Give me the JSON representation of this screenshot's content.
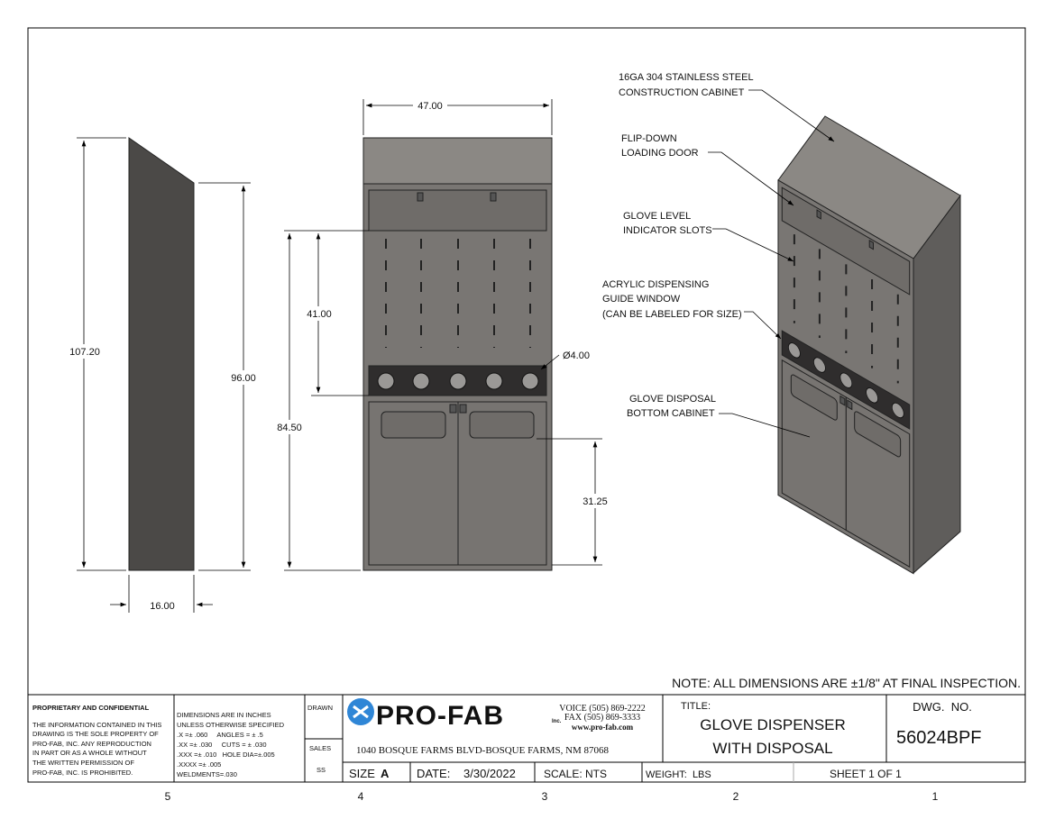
{
  "colors": {
    "cabinet_light": "#8b8884",
    "cabinet_body": "#797673",
    "cabinet_side": "#4b4947",
    "band": "#2f2d2d",
    "accent_blue": "#2f86d6"
  },
  "side_view": {
    "height_overall": "107.20",
    "height_body": "96.00",
    "depth": "16.00"
  },
  "front_view": {
    "width": "47.00",
    "upper_height": "41.00",
    "floor_to_band": "84.50",
    "lower_height": "31.25",
    "hole_dia": "Ø4.00",
    "hole_count": 5,
    "slot_columns": 5
  },
  "callouts": [
    {
      "lines": [
        "16GA 304 STAINLESS STEEL",
        "CONSTRUCTION CABINET"
      ]
    },
    {
      "lines": [
        "FLIP-DOWN",
        "LOADING DOOR"
      ]
    },
    {
      "lines": [
        "GLOVE LEVEL",
        "INDICATOR SLOTS"
      ]
    },
    {
      "lines": [
        "ACRYLIC DISPENSING",
        "GUIDE WINDOW",
        "(CAN BE LABELED FOR SIZE)"
      ]
    },
    {
      "lines": [
        "GLOVE DISPOSAL",
        "BOTTOM CABINET"
      ]
    }
  ],
  "note": "NOTE: ALL DIMENSIONS ARE ±1/8\" AT FINAL INSPECTION.",
  "title_block": {
    "proprietary": {
      "heading": "PROPRIETARY AND CONFIDENTIAL",
      "lines": [
        "THE INFORMATION CONTAINED IN THIS",
        "DRAWING IS THE SOLE PROPERTY OF",
        "PRO-FAB, INC.  ANY REPRODUCTION",
        "IN PART OR AS A WHOLE WITHOUT",
        "THE WRITTEN PERMISSION OF",
        "PRO-FAB, INC. IS PROHIBITED."
      ]
    },
    "tolerances": {
      "lines": [
        "DIMENSIONS ARE IN INCHES",
        "UNLESS OTHERWISE SPECIFIED"
      ],
      "rows": [
        ".X =± .060     ANGLES = ± .5",
        ".XX =± .030     CUTS = ± .030",
        ".XXX =± .010   HOLE DIA=±.005",
        ".XXXX =± .005",
        "WELDMENTS=.030"
      ]
    },
    "drawn_label": "DRAWN",
    "sales_label": "SALES",
    "sales_value": "SS",
    "company": {
      "logo": "PRO-FAB",
      "inc": "Inc.",
      "voice": "VOICE (505) 869-2222",
      "fax": "FAX (505) 869-3333",
      "web": "www.pro-fab.com",
      "address": "1040 BOSQUE FARMS BLVD-BOSQUE FARMS, NM 87068"
    },
    "title_label": "TITLE:",
    "title_lines": [
      "GLOVE DISPENSER",
      "WITH DISPOSAL"
    ],
    "dwg_label": "DWG.  NO.",
    "dwg_no": "56024BPF",
    "size_label": "SIZE",
    "size": "A",
    "date_label": "DATE:",
    "date": "3/30/2022",
    "scale": "SCALE: NTS",
    "weight": "WEIGHT:  LBS",
    "sheet": "SHEET 1 OF 1"
  },
  "zones": [
    "5",
    "4",
    "3",
    "2",
    "1"
  ]
}
